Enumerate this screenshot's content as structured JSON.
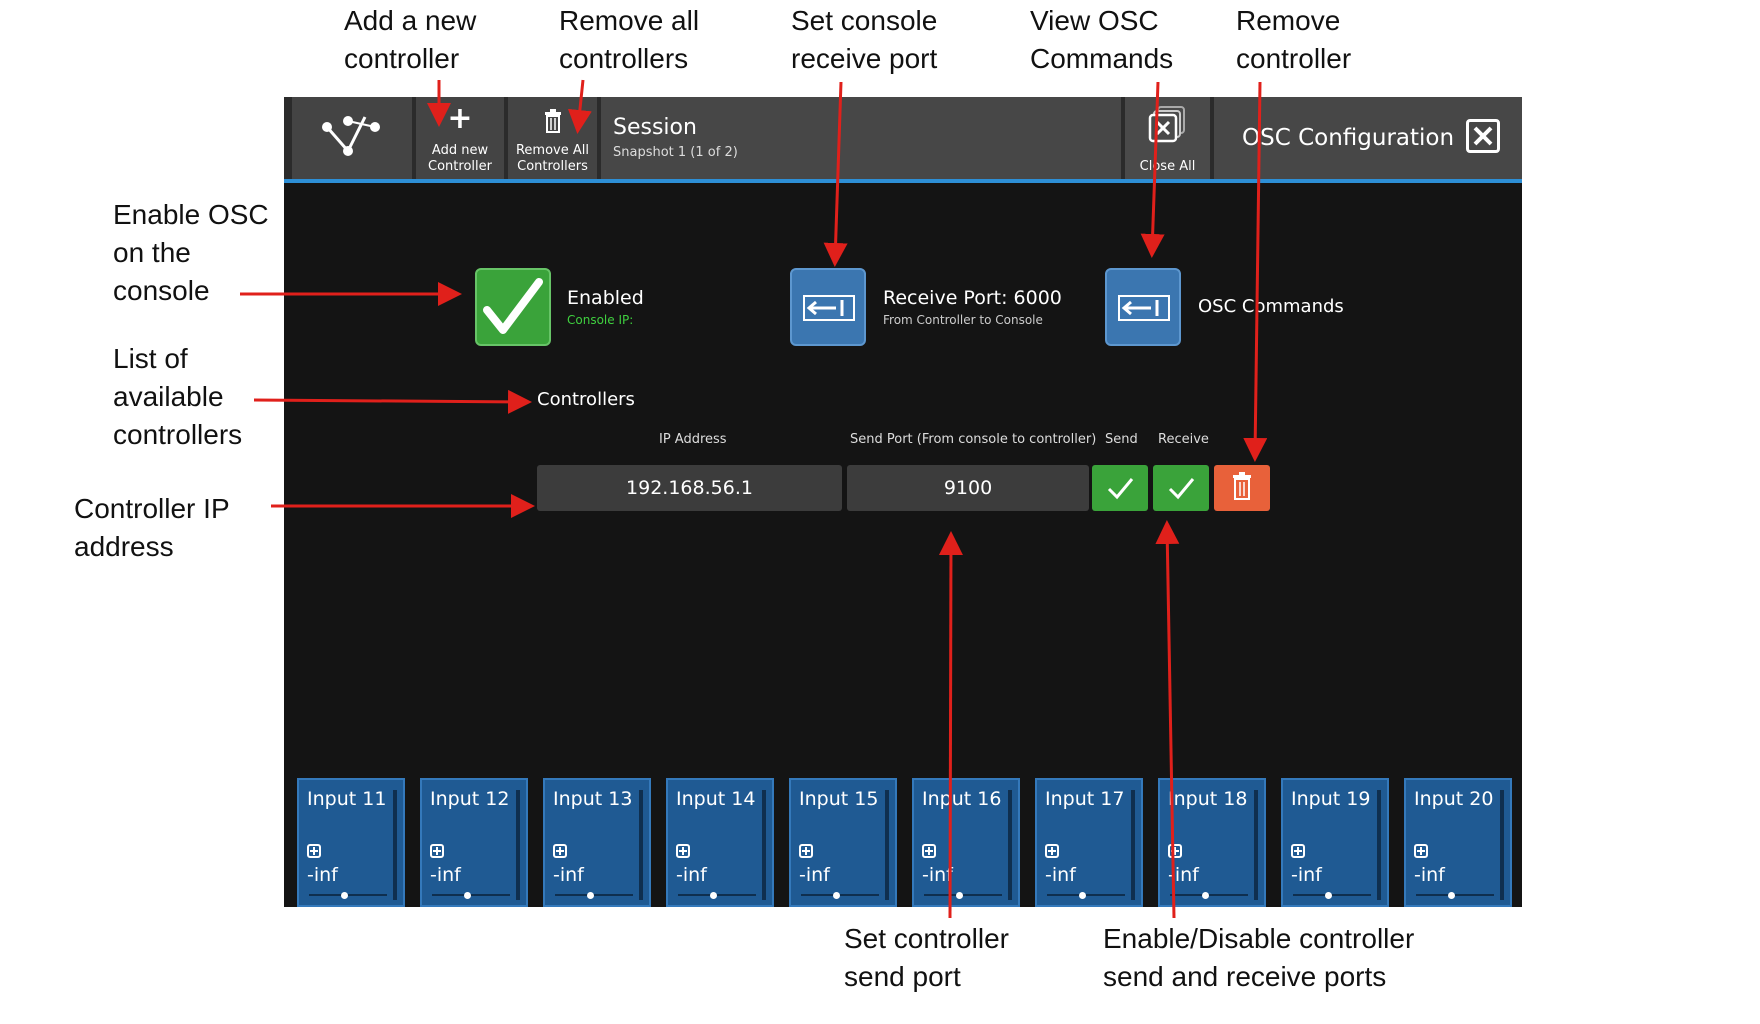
{
  "callouts": {
    "add_controller": "Add a new\ncontroller",
    "remove_all": "Remove all\ncontrollers",
    "console_port": "Set console\nreceive port",
    "view_commands": "View OSC\nCommands",
    "remove_controller": "Remove\ncontroller",
    "enable_osc": "Enable OSC\non the\nconsole",
    "list_controllers": "List of\navailable\ncontrollers",
    "controller_ip": "Controller IP\naddress",
    "send_port": "Set controller\nsend port",
    "enable_disable": "Enable/Disable controller\nsend and receive ports"
  },
  "toolbar": {
    "add_label": "Add new\nController",
    "remove_all_label": "Remove All\nControllers",
    "session_title": "Session",
    "session_sub": "Snapshot 1 (1 of 2)",
    "close_all_label": "Close All",
    "panel_title": "OSC Configuration"
  },
  "osc": {
    "enabled_label": "Enabled",
    "console_ip_label": "Console IP:",
    "receive_port_label": "Receive Port: 6000",
    "receive_port_sub": "From Controller to Console",
    "commands_label": "OSC Commands",
    "controllers_heading": "Controllers"
  },
  "controllers": {
    "headers": {
      "ip": "IP Address",
      "send_port": "Send Port (From console to controller)",
      "send": "Send",
      "receive": "Receive"
    },
    "rows": [
      {
        "ip": "192.168.56.1",
        "send_port": "9100",
        "send": true,
        "receive": true
      }
    ]
  },
  "strips": [
    {
      "name": "Input 11",
      "level": "-inf"
    },
    {
      "name": "Input 12",
      "level": "-inf"
    },
    {
      "name": "Input 13",
      "level": "-inf"
    },
    {
      "name": "Input 14",
      "level": "-inf"
    },
    {
      "name": "Input 15",
      "level": "-inf"
    },
    {
      "name": "Input 16",
      "level": "-inf"
    },
    {
      "name": "Input 17",
      "level": "-inf"
    },
    {
      "name": "Input 18",
      "level": "-inf"
    },
    {
      "name": "Input 19",
      "level": "-inf"
    },
    {
      "name": "Input 20",
      "level": "-inf"
    }
  ],
  "colors": {
    "accent": "#2d8fd6",
    "enabled_green": "#3aa33a",
    "delete_orange": "#e8613a",
    "strip_blue": "#1f5a93",
    "annotation_red": "#e0201b"
  }
}
